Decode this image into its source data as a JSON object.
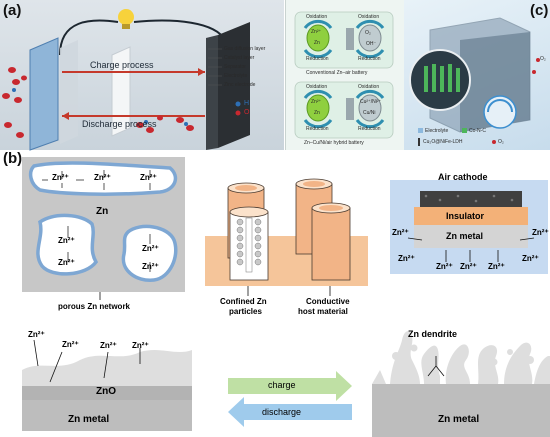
{
  "panels": {
    "a": "(a)",
    "b": "(b)",
    "c": "(c)"
  },
  "panel_a": {
    "charge_process": "Charge process",
    "discharge_process": "Discharge process",
    "layers": [
      "Gas diffusion layer",
      "Catalyst layer",
      "Separator",
      "Electrolyte",
      "Zinc electrode"
    ],
    "legend_h": "H",
    "legend_o": "O"
  },
  "panel_a2": {
    "top_caption": "Conventional Zn–air battery",
    "bottom_caption": "Zn–Cu/Ni/air hybrid battery",
    "oxidation": "Oxidation",
    "reduction": "Reduction",
    "zn": "Zn",
    "zn2": "Zn²⁺",
    "o2": "O₂",
    "oh": "OH⁻",
    "cuni": "Cu²⁺/Ni²⁺",
    "cuni_short": "Cu/Ni"
  },
  "panel_c": {
    "legend": [
      "Electrolyte",
      "Co-N-C",
      "Cu₂O@NiFe-LDH",
      "O₂"
    ],
    "o2": "O₂"
  },
  "panel_b": {
    "porous": {
      "zn_ion": "Zn²⁺",
      "zn": "Zn",
      "caption": "porous Zn network"
    },
    "confined": {
      "confined_caption_1": "Confined Zn",
      "confined_caption_2": "particles",
      "host_caption_1": "Conductive",
      "host_caption_2": "host material"
    },
    "air": {
      "air_cathode": "Air cathode",
      "insulator": "Insulator",
      "zn_metal": "Zn metal",
      "zn_ion": "Zn²⁺"
    },
    "oxide": {
      "zn_ion": "Zn²⁺",
      "zno": "ZnO",
      "zn_metal": "Zn metal"
    },
    "arrows": {
      "charge": "charge",
      "discharge": "discharge"
    },
    "dendrite": {
      "title": "Zn dendrite",
      "zn_metal": "Zn metal"
    }
  }
}
